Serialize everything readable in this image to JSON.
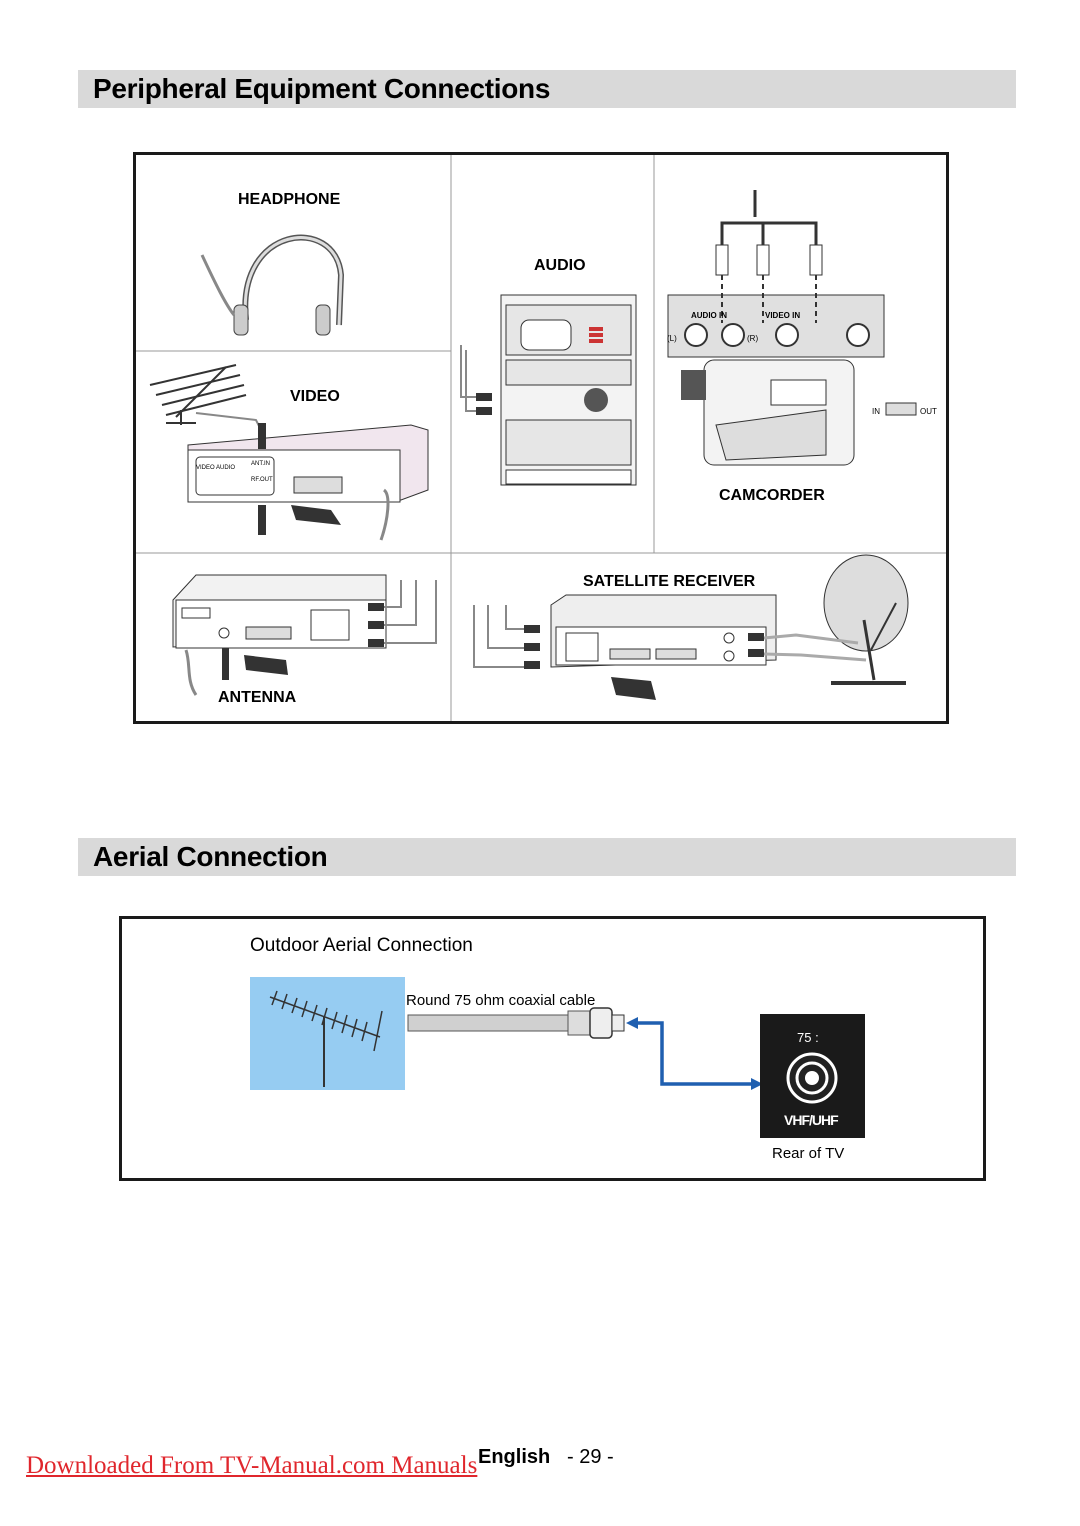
{
  "sections": {
    "peripheral_title": "Peripheral Equipment Connections",
    "aerial_title": "Aerial Connection"
  },
  "diagram": {
    "headphone": "HEADPHONE",
    "audio": "AUDIO",
    "video": "VIDEO",
    "camcorder": "CAMCORDER",
    "satellite": "SATELLITE RECEIVER",
    "antenna": "ANTENNA",
    "audio_in": "AUDIO  IN",
    "video_in": "VIDEO IN",
    "left": "(L)",
    "right": "(R)",
    "in": "IN",
    "out": "OUT"
  },
  "aerial": {
    "subtitle": "Outdoor Aerial Connection",
    "cable": "Round 75 ohm coaxial cable",
    "ohm": "75 :",
    "band": "VHF/UHF",
    "rear": "Rear of TV"
  },
  "footer": {
    "link": "Downloaded From TV-Manual.com Manuals",
    "language": "English",
    "page": "- 29 -"
  },
  "colors": {
    "section_bar": "#d9d9d9",
    "link": "#e0262c",
    "sky": "#96ccf2",
    "arrow": "#1f5fb0"
  }
}
